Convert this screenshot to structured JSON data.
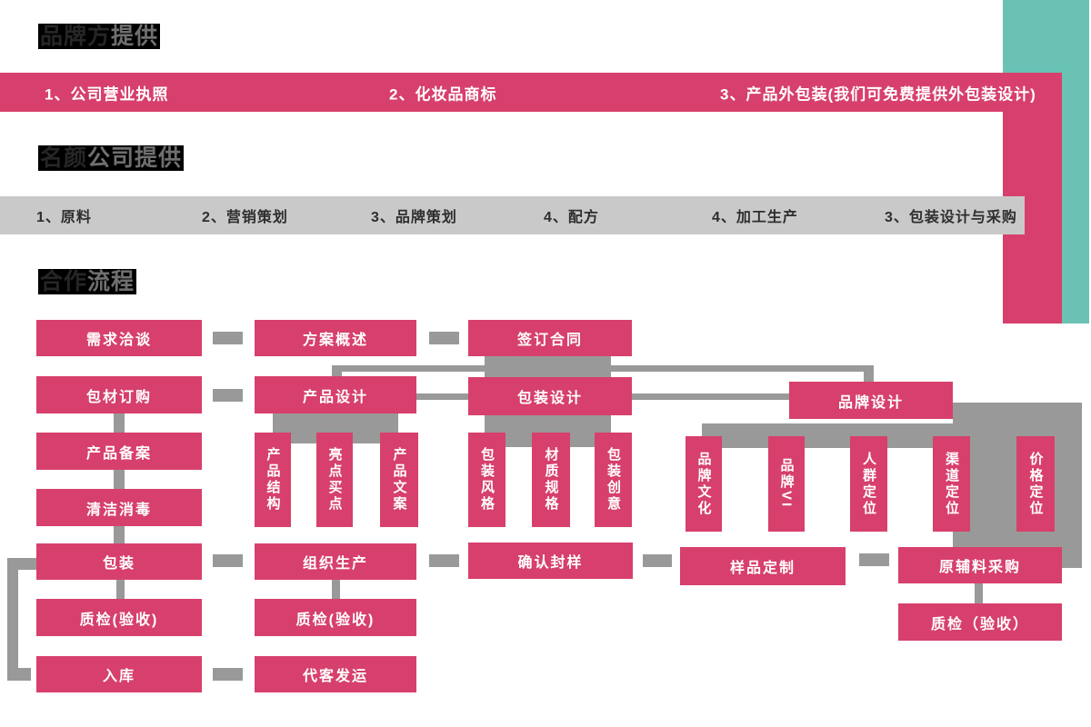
{
  "colors": {
    "pink": "#d7406c",
    "teal": "#6ac2b5",
    "light_gray_bar": "#c9c9c9",
    "connector_gray": "#999999",
    "heading_background": "#000000"
  },
  "brand": {
    "heading_dark": "品牌方",
    "heading_light": "提供",
    "bar_items": [
      "1、公司营业执照",
      "2、化妆品商标",
      "3、产品外包装(我们可免费提供外包装设计)"
    ]
  },
  "company": {
    "heading_dark": "名颜",
    "heading_light": "公司提供",
    "bar_items": [
      "1、原料",
      "2、营销策划",
      "3、品牌策划",
      "4、配方",
      "4、加工生产",
      "3、包装设计与采购"
    ]
  },
  "flow": {
    "heading_dark": "合作",
    "heading_light": "流程",
    "nodes": {
      "demand_talk": "需求洽谈",
      "plan_overview": "方案概述",
      "sign_contract": "签订合同",
      "material_order": "包材订购",
      "product_design": "产品设计",
      "package_design": "包装设计",
      "brand_design": "品牌设计",
      "product_filing": "产品备案",
      "cleaning": "清洁消毒",
      "packaging": "包装",
      "qc_accept_1": "质检(验收)",
      "warehousing": "入库",
      "organize_production": "组织生产",
      "qc_accept_2": "质检(验收)",
      "customer_shipping": "代客发运",
      "confirm_sample": "确认封样",
      "sample_custom": "样品定制",
      "raw_material_purchase": "原辅料采购",
      "qc_accept_3": "质检（验收）",
      "product_structure": "产品结构",
      "selling_point": "亮点买点",
      "product_copy": "产品文案",
      "package_style": "包装风格",
      "material_spec": "材质规格",
      "package_idea": "包装创意",
      "brand_culture": "品牌文化",
      "brand_vi": "品牌VI",
      "crowd_positioning": "人群定位",
      "channel_positioning": "渠道定位",
      "price_positioning": "价格定位"
    }
  }
}
